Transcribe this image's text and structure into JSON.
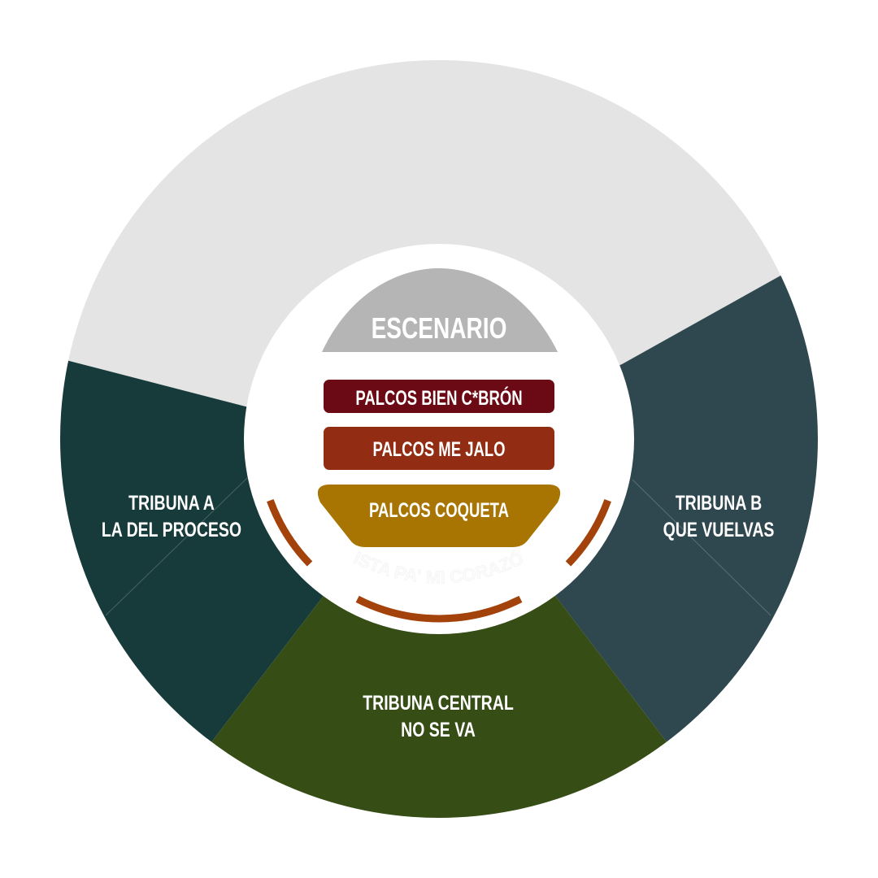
{
  "stage": {
    "label": "ESCENARIO",
    "color": "#b5b5b5"
  },
  "boxes": [
    {
      "label": "PALCOS BIEN C*BRÓN",
      "color": "#6b0a14"
    },
    {
      "label": "PALCOS ME JALO",
      "color": "#922d14"
    },
    {
      "label": "PALCOS COQUETA",
      "color": "#a87402"
    }
  ],
  "general_label": "PISTA PA' MI CORAZÓN",
  "sections": [
    {
      "id": "top",
      "label_lines": [],
      "color": "#e4e4e4"
    },
    {
      "id": "tribuna-a",
      "label_lines": [
        "TRIBUNA A",
        "LA DEL PROCESO"
      ],
      "color": "#173b3b"
    },
    {
      "id": "tribuna-b",
      "label_lines": [
        "TRIBUNA B",
        "QUE VUELVAS"
      ],
      "color": "#2f474e"
    },
    {
      "id": "tribuna-central",
      "label_lines": [
        "TRIBUNA CENTRAL",
        "NO SE VA"
      ],
      "color": "#364d16"
    }
  ],
  "arc_color": "#a3420a"
}
